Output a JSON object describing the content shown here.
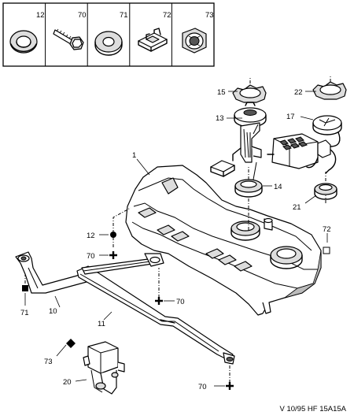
{
  "parts_legend": [
    {
      "number": "12",
      "icon": "grommet-icon"
    },
    {
      "number": "70",
      "icon": "bolt-icon"
    },
    {
      "number": "71",
      "icon": "washer-icon"
    },
    {
      "number": "72",
      "icon": "clip-icon"
    },
    {
      "number": "73",
      "icon": "nut-icon"
    }
  ],
  "callouts": {
    "c1": "1",
    "c10": "10",
    "c11": "11",
    "c12": "12",
    "c13": "13",
    "c14": "14",
    "c15": "15",
    "c17": "17",
    "c20": "20",
    "c21": "21",
    "c22": "22",
    "c70a": "70",
    "c70b": "70",
    "c70c": "70",
    "c71": "71",
    "c72": "72",
    "c73": "73"
  },
  "reference": "V 10/95 HF 15A15A"
}
